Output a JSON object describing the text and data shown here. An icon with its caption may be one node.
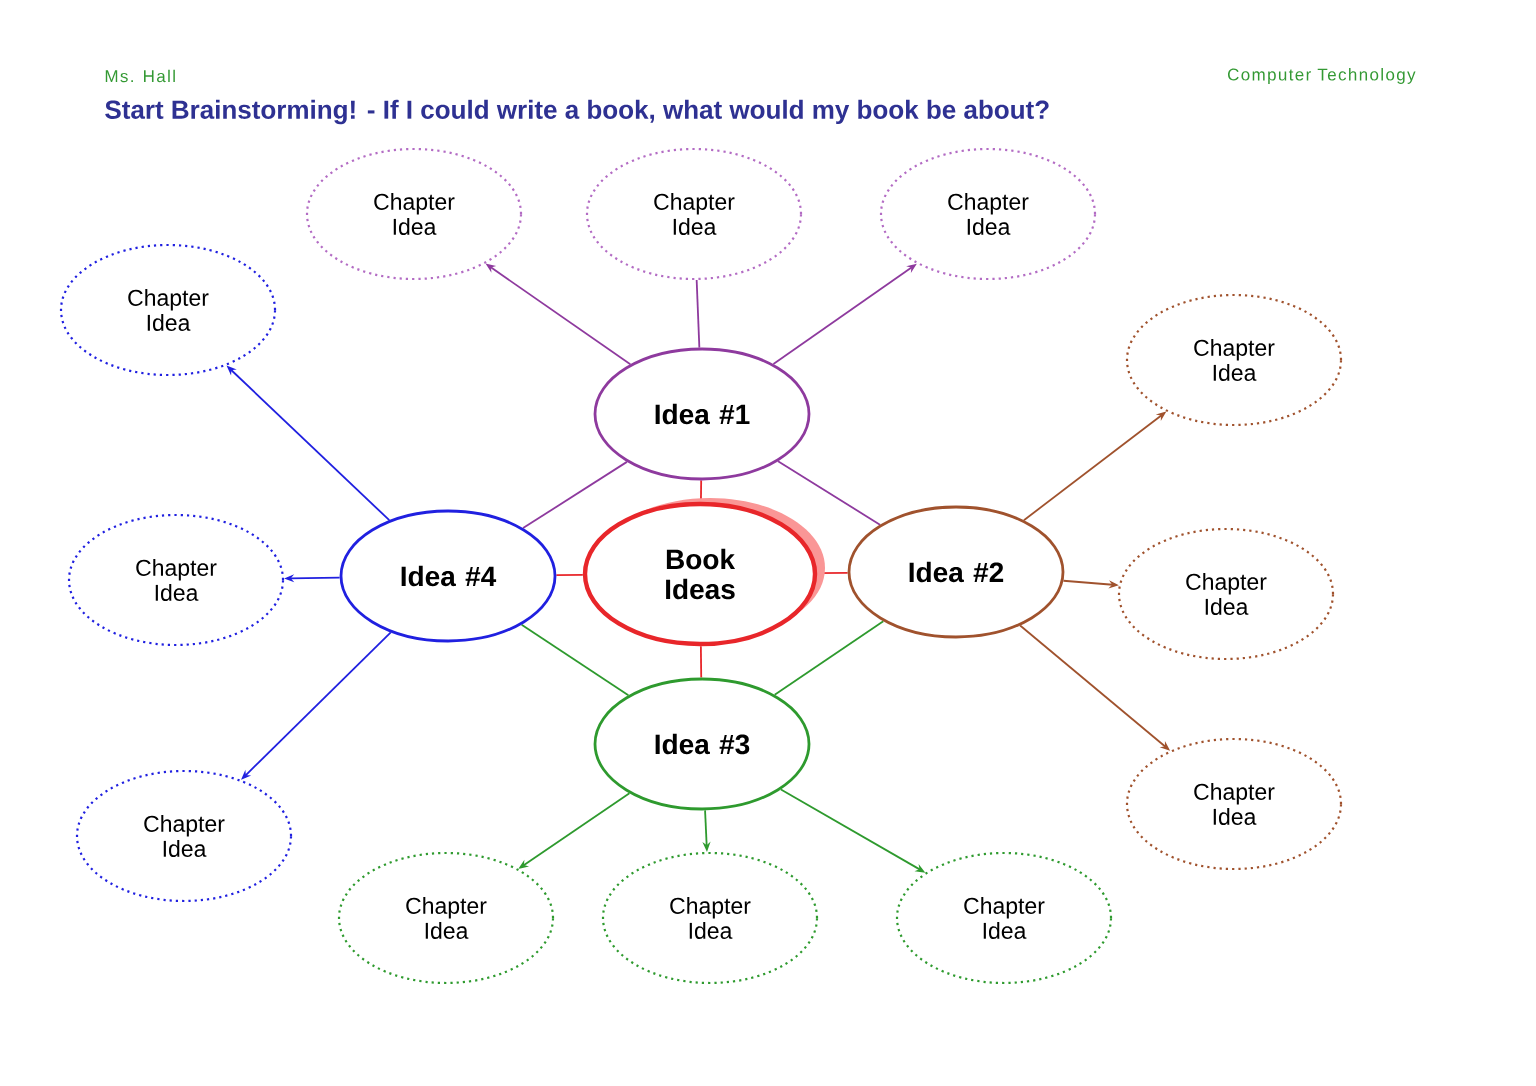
{
  "diagram": {
    "title": "Start Brainstorming! - If I could write a book, what would my book be about?",
    "nodes": [
      {
        "text": [
          "Book Ideas"
        ]
      },
      {
        "text": [
          "Idea #1"
        ]
      },
      {
        "text": [
          "Idea #2"
        ]
      },
      {
        "text": [
          "Idea #3"
        ]
      },
      {
        "text": [
          "Idea #4"
        ]
      },
      {
        "text": [
          "Chapter Idea"
        ]
      },
      {
        "text": [
          "Chapter Idea"
        ]
      },
      {
        "text": [
          "Chapter Idea"
        ]
      },
      {
        "text": [
          "Chapter Idea"
        ]
      },
      {
        "text": [
          "Chapter Idea"
        ]
      },
      {
        "text": [
          "Chapter Idea"
        ]
      },
      {
        "text": [
          "Chapter Idea"
        ]
      },
      {
        "text": [
          "Chapter Idea"
        ]
      },
      {
        "text": [
          "Chapter Idea"
        ]
      },
      {
        "text": [
          "Chapter Idea"
        ]
      },
      {
        "text": [
          "Chapter Idea"
        ]
      },
      {
        "text": [
          "Chapter Idea"
        ]
      }
    ],
    "edges": [
      {
        "from": 0,
        "to": 1,
        "arrow": "none",
        "color": "#e8262a"
      },
      {
        "from": 0,
        "to": 2,
        "arrow": "none",
        "color": "#e8262a"
      },
      {
        "from": 0,
        "to": 3,
        "arrow": "none",
        "color": "#e8262a"
      },
      {
        "from": 0,
        "to": 4,
        "arrow": "none",
        "color": "#e8262a"
      },
      {
        "from": 1,
        "to": 4,
        "arrow": "none",
        "color": "#8e3a9e"
      },
      {
        "from": 1,
        "to": 2,
        "arrow": "none",
        "color": "#8e3a9e"
      },
      {
        "from": 3,
        "to": 4,
        "arrow": "none",
        "color": "#2e9a2e"
      },
      {
        "from": 3,
        "to": 2,
        "arrow": "none",
        "color": "#2e9a2e"
      },
      {
        "from": 1,
        "to": 5,
        "arrow": "to",
        "color": "#8e3a9e"
      },
      {
        "from": 1,
        "to": 6,
        "arrow": "none",
        "color": "#8e3a9e"
      },
      {
        "from": 1,
        "to": 7,
        "arrow": "to",
        "color": "#8e3a9e"
      },
      {
        "from": 2,
        "to": 8,
        "arrow": "to",
        "color": "#a0522d"
      },
      {
        "from": 2,
        "to": 9,
        "arrow": "to",
        "color": "#a0522d"
      },
      {
        "from": 2,
        "to": 10,
        "arrow": "to",
        "color": "#a0522d"
      },
      {
        "from": 3,
        "to": 11,
        "arrow": "to",
        "color": "#2e9a2e"
      },
      {
        "from": 3,
        "to": 12,
        "arrow": "to",
        "color": "#2e9a2e"
      },
      {
        "from": 3,
        "to": 13,
        "arrow": "to",
        "color": "#2e9a2e"
      },
      {
        "from": 4,
        "to": 14,
        "arrow": "to",
        "color": "#2020e0"
      },
      {
        "from": 4,
        "to": 15,
        "arrow": "to",
        "color": "#2020e0"
      },
      {
        "from": 4,
        "to": 16,
        "arrow": "to",
        "color": "#2020e0"
      }
    ],
    "labels": [
      "Ms. Hall",
      "Computer Technology"
    ]
  }
}
